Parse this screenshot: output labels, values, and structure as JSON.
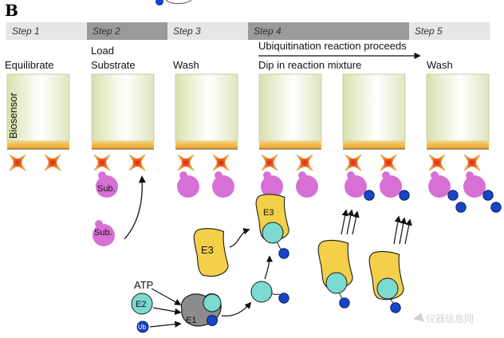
{
  "panel_label": "B",
  "steps": [
    "Step 1",
    "Step 2",
    "Step 3",
    "Step 4",
    "Step 5"
  ],
  "column_labels": {
    "equilibrate": "Equilibrate",
    "load_line1": "Load",
    "load_line2": "Substrate",
    "wash1": "Wash",
    "reaction_line1": "Ubiquitination reaction proceeds",
    "reaction_line2": "Dip in reaction mixture",
    "wash2": "Wash"
  },
  "biosensor_label": "Biosensor",
  "molecules": {
    "substrate": "Sub.",
    "atp": "ATP",
    "e1": "E1",
    "e2": "E2",
    "e3": "E3",
    "ub": "Ub"
  },
  "watermark": "仪器信息网",
  "colors": {
    "step_light": "#e6e6e6",
    "step_dark": "#9a9a9a",
    "sensor_body": "#e9edcc",
    "sensor_tip": "#f0a11d",
    "substrate": "#d770d4",
    "ub": "#1745c6",
    "e3": "#f3cf4a",
    "e2": "#7cdbd0",
    "e1": "#8c8c8c"
  }
}
